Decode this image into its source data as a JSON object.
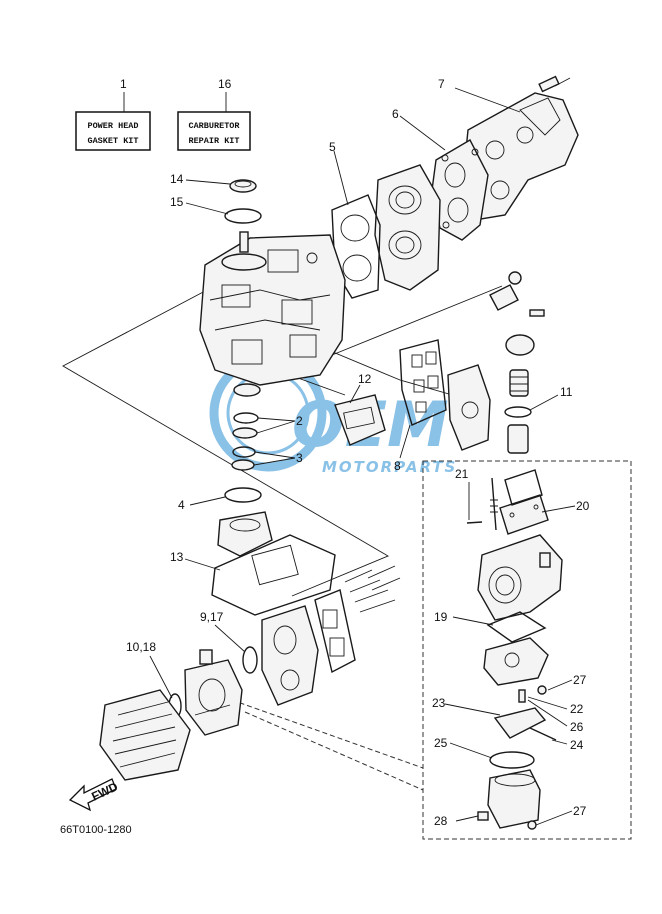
{
  "diagram": {
    "part_number": "66T0100-1280",
    "fwd_label": "FWD",
    "watermark": {
      "title": "OEM",
      "subtitle": "MOTORPARTS",
      "color": "#2a8fd4"
    },
    "kit_labels": {
      "power_head": [
        "POWER HEAD",
        "GASKET KIT"
      ],
      "carburetor": [
        "CARBURETOR",
        "REPAIR KIT"
      ]
    },
    "callouts": {
      "c1": "1",
      "c16": "16",
      "c7": "7",
      "c6": "6",
      "c5": "5",
      "c14": "14",
      "c15": "15",
      "c12": "12",
      "c11": "11",
      "c2": "2",
      "c3": "3",
      "c8": "8",
      "c21": "21",
      "c20": "20",
      "c4": "4",
      "c13": "13",
      "c9_17": "9,17",
      "c10_18": "10,18",
      "c19": "19",
      "c27a": "27",
      "c22": "22",
      "c23": "23",
      "c26": "26",
      "c25": "25",
      "c24": "24",
      "c27b": "27",
      "c28": "28"
    }
  }
}
